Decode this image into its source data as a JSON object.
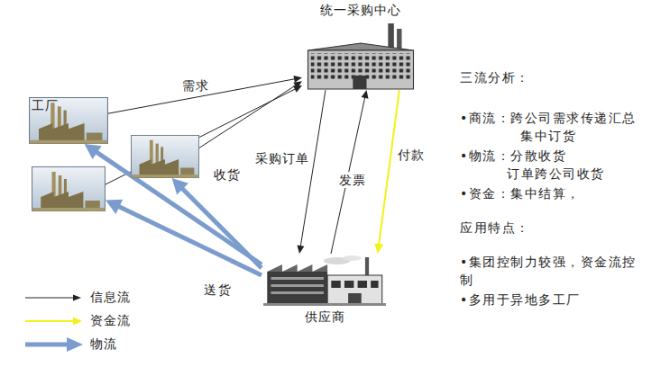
{
  "diagram": {
    "nodes": [
      {
        "text": [
          "统一采购中心"
        ]
      },
      {
        "text": [
          "工厂"
        ]
      },
      {
        "text": []
      },
      {
        "text": []
      },
      {
        "text": [
          "供应商"
        ]
      }
    ],
    "edges": [
      {
        "from": 1,
        "to": 0,
        "arrow": "to",
        "label": "需求"
      },
      {
        "from": 2,
        "to": 0,
        "arrow": "to"
      },
      {
        "from": 3,
        "to": 0,
        "arrow": "to"
      },
      {
        "from": 0,
        "to": 4,
        "arrow": "to",
        "label": "采购订单"
      },
      {
        "from": 4,
        "to": 0,
        "arrow": "to",
        "label": "发票"
      },
      {
        "from": 0,
        "to": 4,
        "arrow": "to",
        "label": "付款"
      },
      {
        "from": 4,
        "to": 1,
        "arrow": "to"
      },
      {
        "from": 4,
        "to": 2,
        "arrow": "to",
        "label": "收货"
      },
      {
        "from": 4,
        "to": 3,
        "arrow": "to"
      }
    ],
    "labels": [
      "三流分析：",
      "•商流：跨公司需求传递汇总",
      "集中订货",
      "•物流：分散收货",
      "订单跨公司收货",
      "•资金：集中结算，",
      "应用特点：",
      "•集团控制力较强，资金流控制",
      "•多用于异地多工厂",
      "送货"
    ],
    "legend": [
      {
        "text": "信息流"
      },
      {
        "text": "资金流"
      },
      {
        "text": "物流"
      }
    ]
  }
}
